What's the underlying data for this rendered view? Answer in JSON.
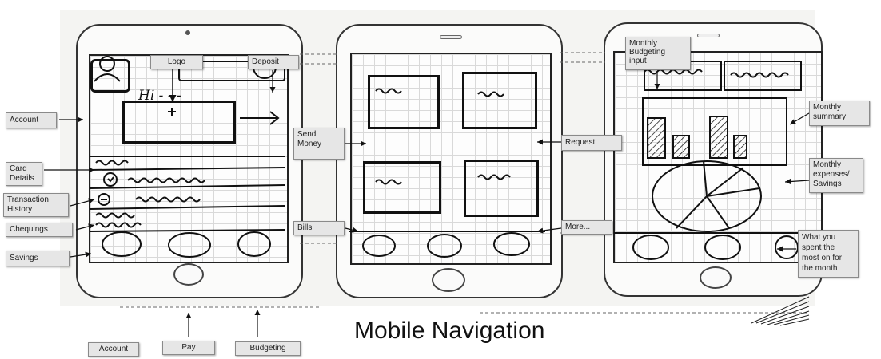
{
  "title": "Mobile Navigation",
  "sketch_text": {
    "greeting": "Hi - - -"
  },
  "labels": {
    "account_side": "Account",
    "card_details": "Card\nDetails",
    "transaction_history": "Transaction\nHistory",
    "chequings": "Chequings",
    "savings": "Savings",
    "logo": "Logo",
    "deposit": "Deposit",
    "send_money": "Send\nMoney",
    "bills": "Bills",
    "request": "Request",
    "more": "More...",
    "monthly_budgeting_input": "Monthly\nBudgeting\ninput",
    "monthly_summary": "Monthly\nsummary",
    "monthly_expenses_savings": "Monthly\nexpenses/\nSavings",
    "most_spent": "What you\nspent the\nmost on for\nthe month"
  },
  "bottom_nav": {
    "account": "Account",
    "pay": "Pay",
    "budgeting": "Budgeting"
  }
}
